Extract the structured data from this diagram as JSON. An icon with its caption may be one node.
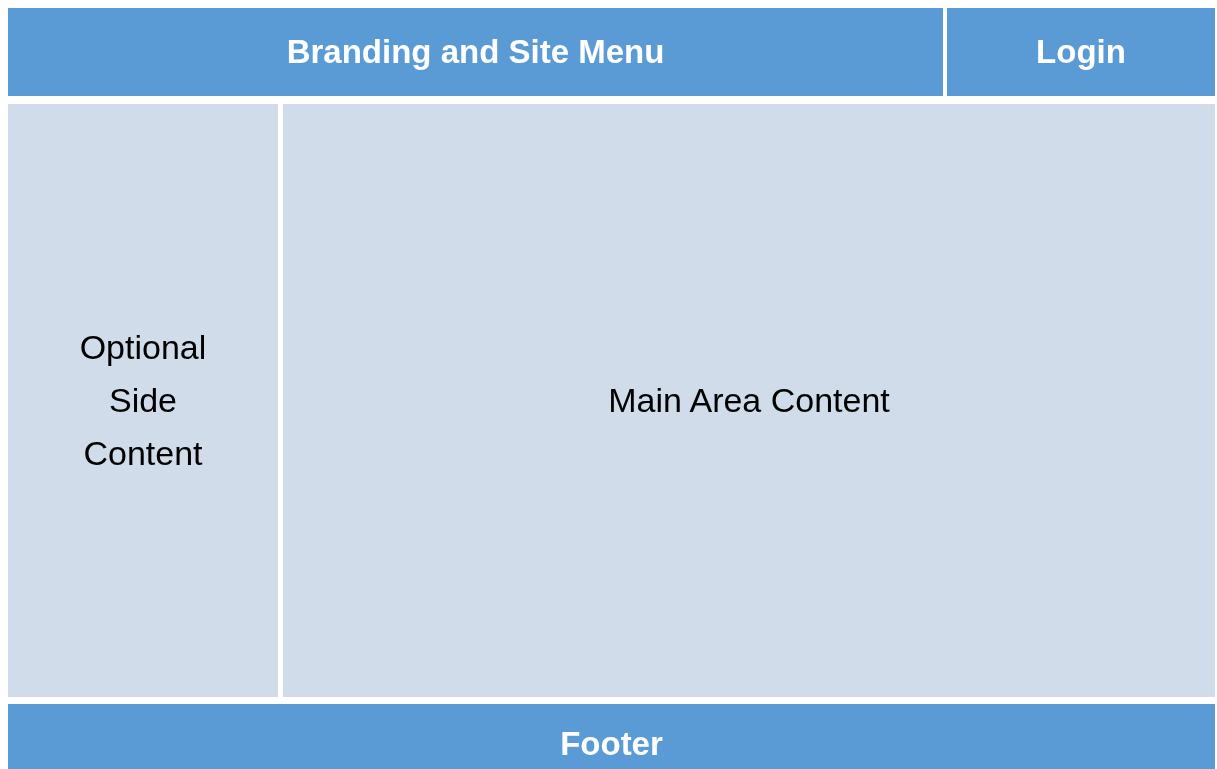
{
  "diagram": {
    "nodes": [
      {
        "text": [
          "Branding and Site Menu"
        ]
      },
      {
        "text": [
          "Login"
        ]
      },
      {
        "text": [
          "Optional Side Content"
        ]
      },
      {
        "text": [
          "Main Area Content"
        ]
      },
      {
        "text": [
          "Footer"
        ]
      }
    ]
  }
}
